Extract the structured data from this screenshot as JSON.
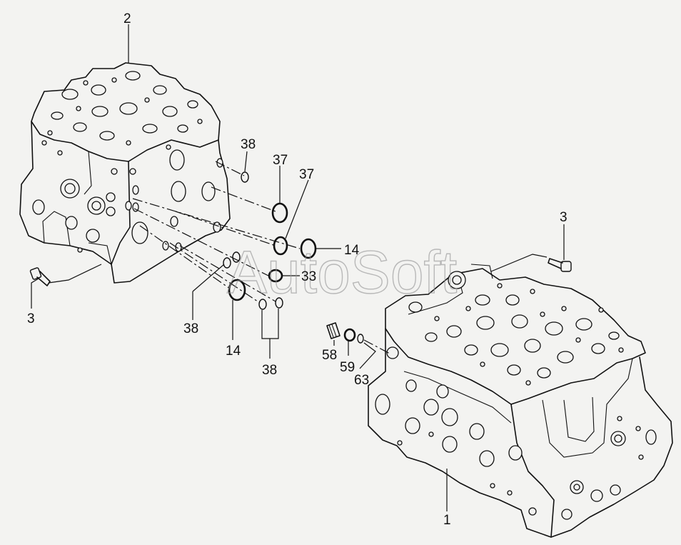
{
  "watermark": "AutoSoft",
  "callouts": {
    "upper_block": "2",
    "lower_block": "1",
    "bolt_left": "3",
    "bolt_right": "3",
    "oring_37_a": "37",
    "oring_37_b": "37",
    "oring_38_top": "38",
    "oring_38_left": "38",
    "oring_38_bottom": "38",
    "oring_14_right": "14",
    "oring_14_bottom": "14",
    "oring_33": "33",
    "plug_58": "58",
    "seal_59": "59",
    "oring_63": "63"
  }
}
